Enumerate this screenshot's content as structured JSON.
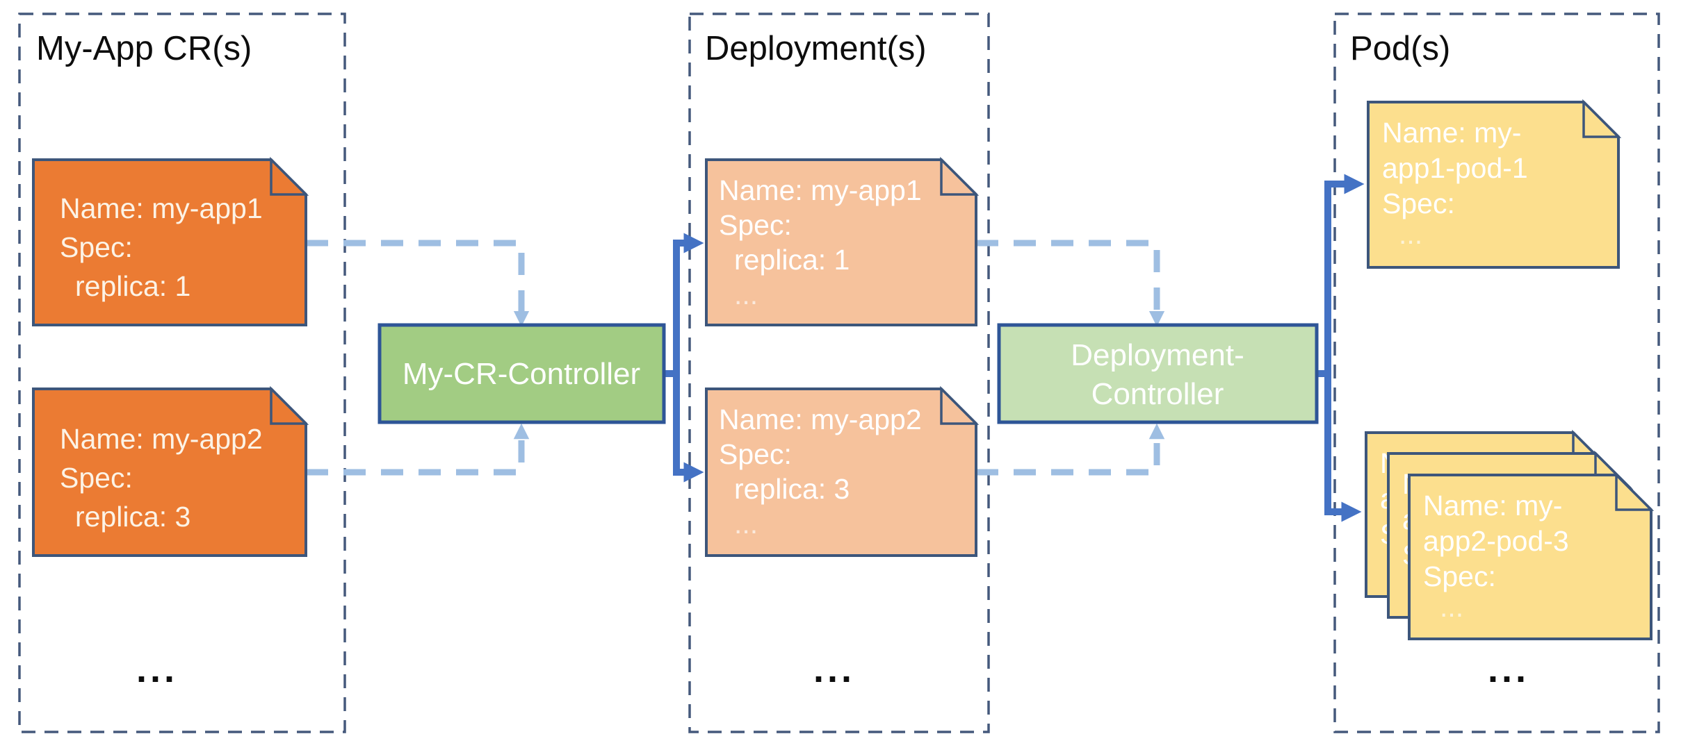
{
  "columns": [
    {
      "title": "My-App CR(s)",
      "ellipsis": "..."
    },
    {
      "title": "Deployment(s)",
      "ellipsis": "..."
    },
    {
      "title": "Pod(s)",
      "ellipsis": "..."
    }
  ],
  "controllers": {
    "cr": {
      "label": "My-CR-Controller"
    },
    "deployment": {
      "line1": "Deployment-",
      "line2": "Controller"
    }
  },
  "cards": {
    "cr1": {
      "line1": "Name: my-app1",
      "line2": "Spec:",
      "line3": "replica: 1"
    },
    "cr2": {
      "line1": "Name: my-app2",
      "line2": "Spec:",
      "line3": "replica: 3"
    },
    "dep1": {
      "line1": "Name: my-app1",
      "line2": "Spec:",
      "line3": "replica: 1",
      "line4": "..."
    },
    "dep2": {
      "line1": "Name: my-app2",
      "line2": "Spec:",
      "line3": "replica: 3",
      "line4": "..."
    },
    "pod1": {
      "line1": "Name: my-",
      "line2": "app1-pod-1",
      "line3": "Spec:",
      "line4": "..."
    },
    "pod2": {
      "line1": "Name: my-",
      "line2": "app2-pod-3",
      "line3": "Spec:",
      "line4": "..."
    }
  },
  "colors": {
    "orange": "#EB7B33",
    "peach": "#F6C29C",
    "green": "#A2CC83",
    "light_green": "#C6E0B4",
    "yellow": "#FCDF8E",
    "card_border": "#3D567B",
    "container_border": "#45597C",
    "controller_border": "#2E5597",
    "solid_arrow": "#4472C4",
    "dashed_arrow": "#9EBEE2",
    "title_text": "#0D0D0D",
    "card_text": "#FFFFFF"
  }
}
